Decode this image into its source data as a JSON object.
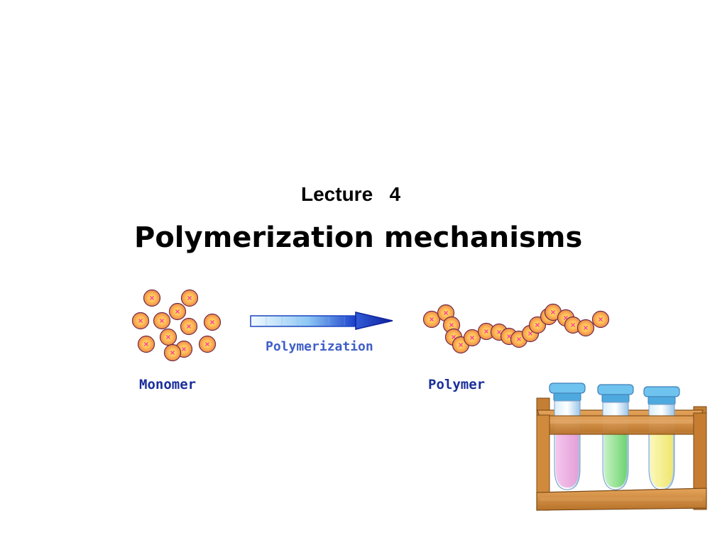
{
  "slide": {
    "lecture_label": "Lecture   4",
    "title": "Polymerization mechanisms"
  },
  "diagram": {
    "monomer_label": "Monomer",
    "polymer_label": "Polymer",
    "process_label": "Polymerization"
  },
  "colors": {
    "bead_outer": "#f39a4e",
    "bead_center": "#ffd95a",
    "bead_cross": "#ff3fa0",
    "arrow_dark": "#1626a8",
    "arrow_light": "#dff2ff",
    "caption_text": "#1a2f9a",
    "process_text": "#3f5fc8",
    "rack_wood": "#d08a3b",
    "tube_left": "#f7b8e8",
    "tube_middle": "#9de89a",
    "tube_right": "#f4f39a",
    "tube_cap": "#5fb6e8"
  },
  "icons": [
    "monomer-bead-icon",
    "reaction-arrow-icon",
    "polymer-chain-icon",
    "test-tube-rack-icon"
  ]
}
